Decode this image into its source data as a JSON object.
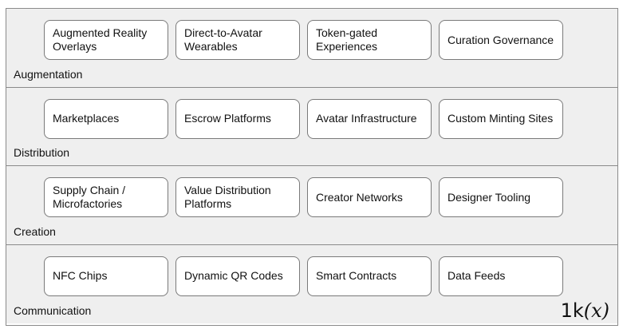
{
  "layers": [
    {
      "label": "Augmentation",
      "items": [
        "Augmented Reality Overlays",
        "Direct-to-Avatar Wearables",
        "Token-gated Experiences",
        "Curation Governance"
      ]
    },
    {
      "label": "Distribution",
      "items": [
        "Marketplaces",
        "Escrow Platforms",
        "Avatar Infrastructure",
        "Custom Minting Sites"
      ]
    },
    {
      "label": "Creation",
      "items": [
        "Supply Chain / Microfactories",
        "Value Distribution Platforms",
        "Creator Networks",
        "Designer Tooling"
      ]
    },
    {
      "label": "Communication",
      "items": [
        "NFC Chips",
        "Dynamic QR Codes",
        "Smart Contracts",
        "Data Feeds"
      ]
    }
  ],
  "logo": {
    "prefix": "1k",
    "suffix": "(x)"
  }
}
